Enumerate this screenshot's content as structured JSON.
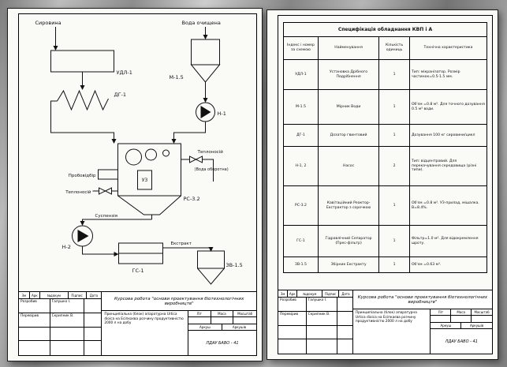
{
  "diagram": {
    "syrovyna": "Сировина",
    "udl1": "УДЛ-1",
    "dg1": "ДГ-1",
    "voda_ochyshchena": "Вода очищена",
    "m15": "М-1.5",
    "n1": "Н-1",
    "teplonosiy_right": "Теплоносій",
    "voda_oborotna": "(Вода оборотна)",
    "probovidbir": "Пробовідбір",
    "teplonosiy_left": "Теплоносій",
    "uz": "УЗ",
    "rs32": "РС-3.2",
    "n2": "Н-2",
    "suspenziya": "Суспензія",
    "ekstrakt": "Екстракт",
    "gs1": "ГС-1",
    "zv15": "ЗВ-1.5"
  },
  "spec": {
    "title": "Специфікація обладнання КВП і А",
    "headers": [
      "Індекс і номер за схемою",
      "Найменування",
      "Кількість одиниць",
      "Технічна характеристика"
    ],
    "rows": [
      {
        "index": "УДЛ-1",
        "name": "Установка Дрібного Подрібнення",
        "qty": "1",
        "spec": "Тип: мікранізатор. Розмір частинок=0.5-1.5 мм."
      },
      {
        "index": "М-1.5",
        "name": "Мірник Води",
        "qty": "1",
        "spec": "Об'єм =0.8 м³. Для точного дозування 0.5 м³ води."
      },
      {
        "index": "ДГ-1",
        "name": "Дозатор гвинтовий",
        "qty": "1",
        "spec": "Дозування 100 кг сировини/цикл"
      },
      {
        "index": "Н-1, 2",
        "name": "Насос",
        "qty": "2",
        "spec": "Тип: відцентровий. Для перекачування середовища (різні типи)."
      },
      {
        "index": "РС-3.2",
        "name": "Кавітаційний Реактор-Екстрактор з сорочкою",
        "qty": "1",
        "spec": "Об'єм =0.8 м³. УЗ-прилад, мішалка. В=8.4%."
      },
      {
        "index": "ГС-1",
        "name": "Гідравлічний Сепаратор (Прес-фільтр)",
        "qty": "1",
        "spec": "Фільтр=1.0 м². Для відокремлення шроту."
      },
      {
        "index": "ЗВ-1.5",
        "name": "Збірник Екстракту",
        "qty": "1",
        "spec": "Об'єм =0.63 м³."
      }
    ]
  },
  "titleblock": {
    "course_title": "Курсова робота \"основи проектування біотехнологічних виробництв\"",
    "project": "Принципіальна (блок) апаратурна Urtica dioica на Есіпкаєва розчину продуктивністю 2000 л на добу",
    "cols": [
      "Зм",
      "Арк",
      "№докум",
      "Підпис",
      "Дата"
    ],
    "rows": [
      {
        "role": "Розробив",
        "name": "Галушко І."
      },
      {
        "role": "Перевірив",
        "name": "Скрипник В."
      }
    ],
    "lit": "Літ",
    "masa": "Маса",
    "masshtab": "Масштаб",
    "arkush": "Аркуш",
    "arkushiv": "Аркушів",
    "org": "ЛДАУ БАВО - 41"
  }
}
